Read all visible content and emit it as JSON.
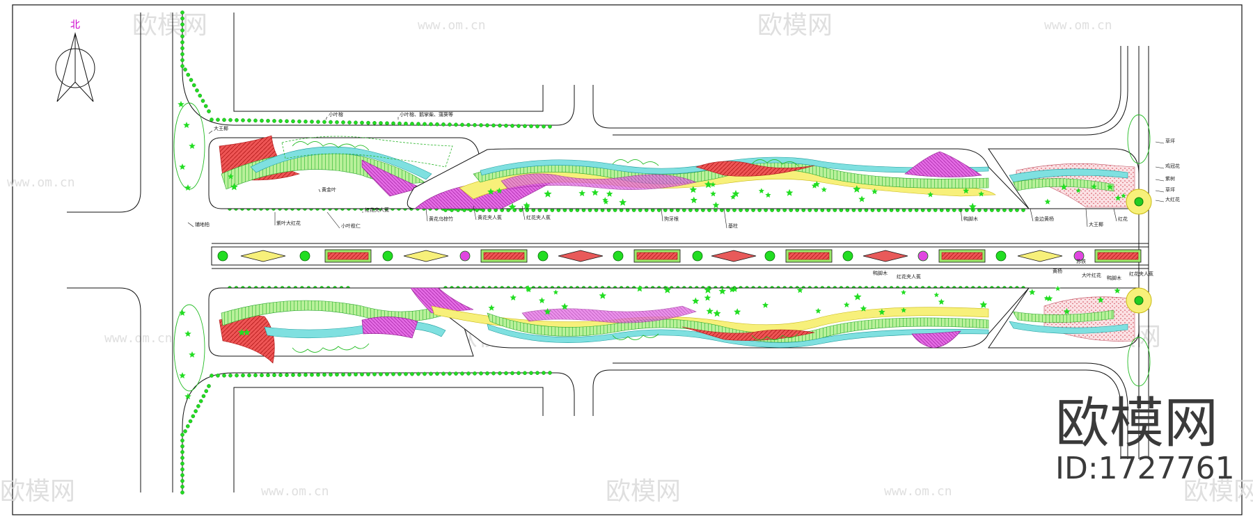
{
  "drawing": {
    "north_label": "北",
    "brand": "欧模网",
    "id_text": "ID:1727761",
    "watermark_text": "欧模网",
    "watermark_url": "www.om.cn",
    "labels": {
      "top": [
        "小叶榕",
        "小叶榕、鹅掌柴、蒲葵等",
        "大王椰",
        "铺地柏",
        "紫叶大红花",
        "小叶榄仁",
        "红花夹人蕉",
        "黄金叶",
        "黄花乌棕竹",
        "黄花夹人蕉",
        "红花夹人蕉",
        "狗牙根",
        "基柱",
        "鸭脚木",
        "金边黄杨",
        "大王椰",
        "红花",
        "草坪",
        "鸡冠花",
        "紫树",
        "草坪",
        "大红花"
      ],
      "median": [
        "鸭脚木",
        "红花夹人蕉",
        "黄杨",
        "大叶红花",
        "鸭脚木",
        "红花夹人蕉",
        "苏铁"
      ]
    }
  },
  "colors": {
    "red": "#e53939",
    "magenta": "#e055e0",
    "cyan": "#7fe0e0",
    "green": "#9be86a",
    "yellow": "#f7f07a",
    "pink": "#f3c8cf",
    "tree": "#22dd22",
    "line": "#111111"
  }
}
